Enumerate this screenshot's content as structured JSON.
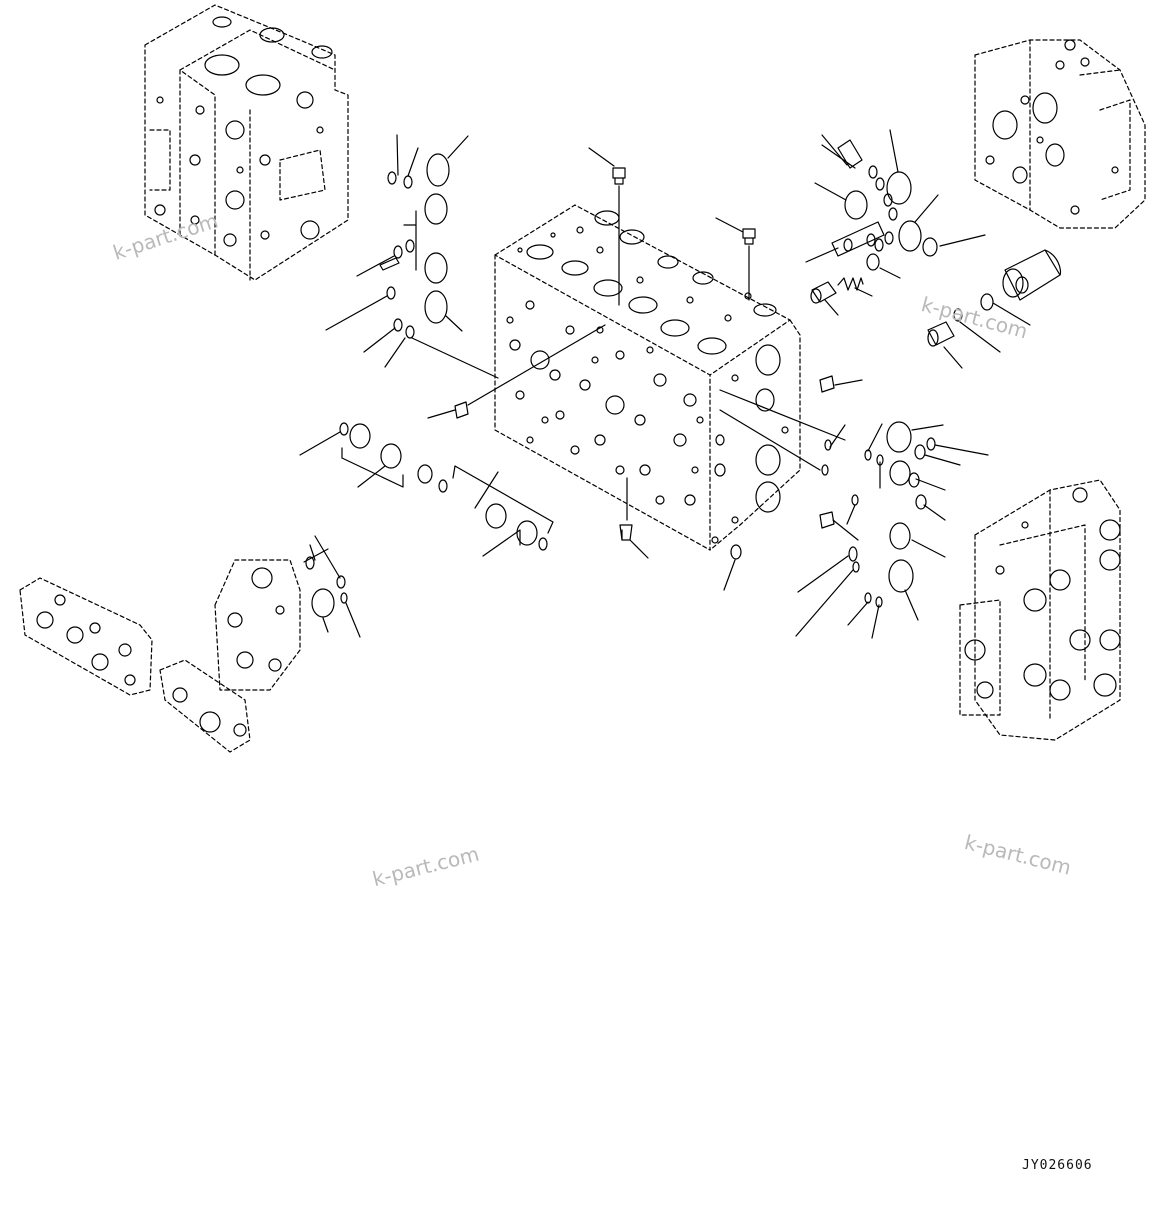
{
  "watermarks": [
    "k-part.com",
    "k-part.com",
    "k-part.com",
    "k-part.com"
  ],
  "drawing_code": "JY026606",
  "colors": {
    "line": "#000000",
    "watermark": "#b9b9b9",
    "background": "#ffffff"
  }
}
